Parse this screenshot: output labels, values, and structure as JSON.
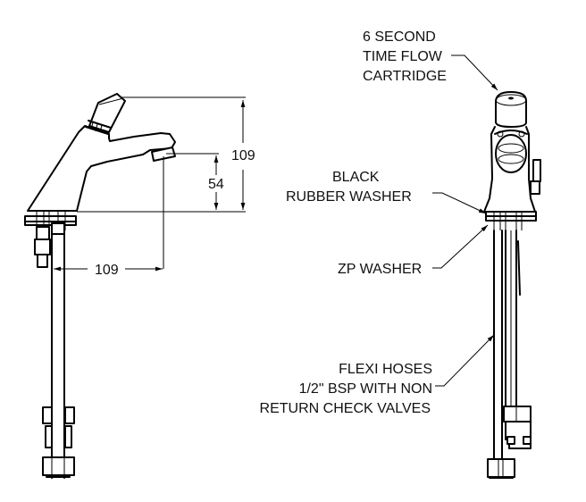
{
  "diagram": {
    "title": "Time flow tap technical drawing",
    "side_view": {
      "dimensions": {
        "overall_height": "109",
        "spout_height": "54",
        "spout_reach": "109"
      }
    },
    "front_view": {
      "callouts": {
        "cartridge": [
          "6 SECOND",
          "TIME FLOW",
          "CARTRIDGE"
        ],
        "rubber_washer": [
          "BLACK",
          "RUBBER WASHER"
        ],
        "zp_washer": [
          "ZP WASHER"
        ],
        "flexi_hoses": [
          "FLEXI HOSES",
          "1/2\" BSP WITH NON",
          "RETURN CHECK VALVES"
        ]
      }
    }
  }
}
